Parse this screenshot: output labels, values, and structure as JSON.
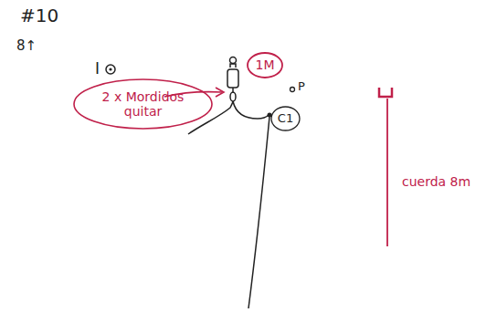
{
  "diagram": {
    "nodes": [
      {
        "text": [
          "2 x Mordidos quitar"
        ]
      },
      {
        "text": [
          "1M"
        ]
      },
      {
        "text": [
          "C1"
        ]
      }
    ],
    "labels": [
      "#10",
      "8↑",
      "I",
      "P",
      "cuerda 8m"
    ]
  }
}
